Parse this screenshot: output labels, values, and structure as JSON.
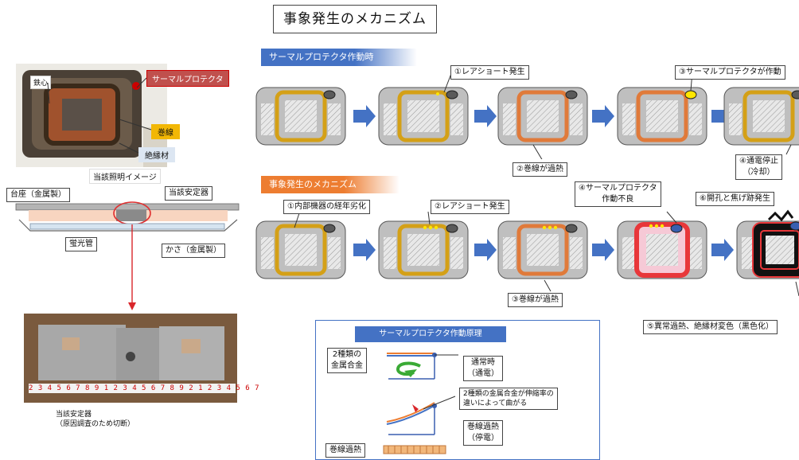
{
  "title": "事象発生のメカニズム",
  "left": {
    "photo_labels": {
      "core": "鉄心",
      "protector": "サーマルプロテクタ",
      "winding": "巻線",
      "insulation": "絶縁材"
    },
    "image_caption": "当該照明イメージ",
    "fixture_labels": {
      "base": "台座（金属製）",
      "ballast": "当該安定器",
      "tube": "蛍光管",
      "shade": "かさ（金属製）"
    },
    "ruler_text": "2 3 4 5 6 7 8 9 1 2 3 4 5 6 7 8 9 2 1 2 3 4 5 6 7",
    "caption_line1": "当該安定器",
    "caption_line2": "（原因調査のため切断）"
  },
  "row1": {
    "banner": "サーマルプロテクタ作動時",
    "c1": "①レアショート発生",
    "c2": "②巻線が過熱",
    "c3": "③サーマルプロテクタが作動",
    "c4_line1": "④通電停止",
    "c4_line2": "（冷却）"
  },
  "row2": {
    "banner": "事象発生のメカニズム",
    "c1": "①内部機器の経年劣化",
    "c2": "②レアショート発生",
    "c3": "③巻線が過熱",
    "c4_line1": "④サーマルプロテクタ",
    "c4_line2": "作動不良",
    "c5": "⑥開孔と焦げ跡発生",
    "c6": "⑤異常過熱、絶縁材変色（黒色化）"
  },
  "principle": {
    "title": "サーマルプロテクタ作動原理",
    "alloy_line1": "2種類の",
    "alloy_line2": "金属合金",
    "normal_line1": "通常時",
    "normal_line2": "（通電）",
    "bend_line1": "2種類の金属合金が伸縮率の",
    "bend_line2": "違いによって曲がる",
    "overheat_line1": "巻線過熱",
    "overheat_line2": "（停電）",
    "heat_label": "巻線過熱"
  },
  "colors": {
    "banner_blue": "#4472c4",
    "banner_orange": "#ed7d31",
    "arrow": "#4472c4",
    "coil_normal": "#d4a017",
    "coil_hot": "#e07a3a",
    "coil_red": "#e8373a",
    "protector_active": "#ffe600",
    "protector_fail": "#3a5fb0",
    "pointer_red": "#d9262b"
  }
}
